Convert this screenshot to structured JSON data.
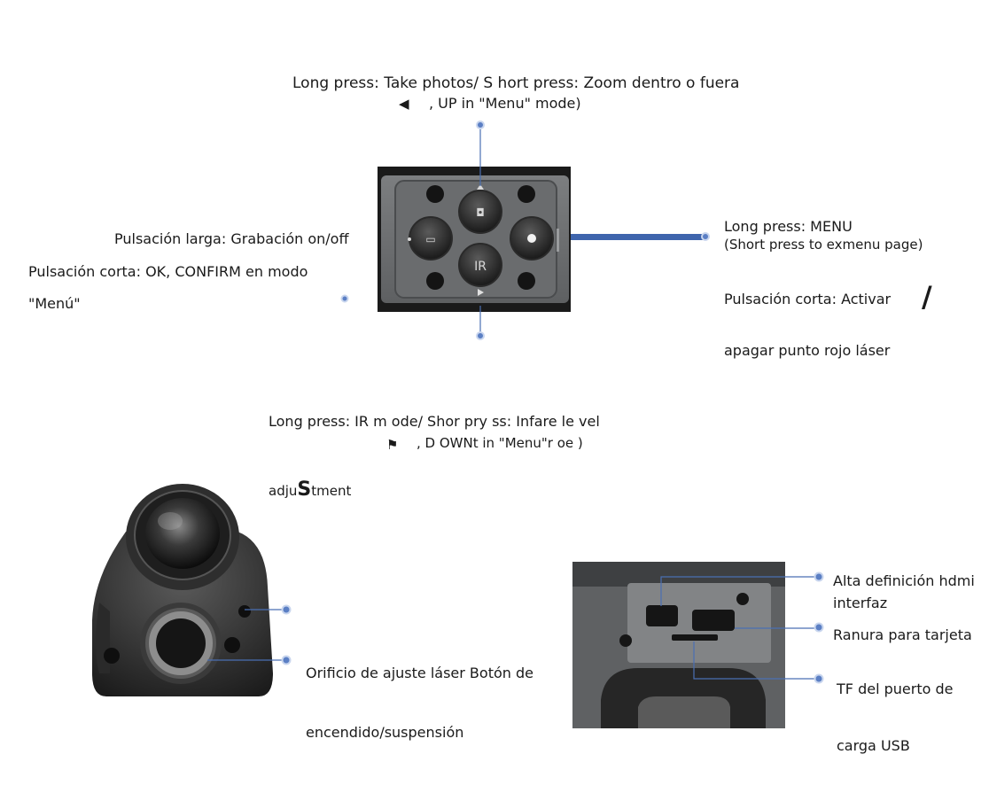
{
  "top_label": {
    "line1": "Long   press:  Take  photos/ S hort press: Zoom    dentro    o    fuera",
    "line2": ", UP in \"Menu\" mode)"
  },
  "left_label": {
    "line1": "Pulsación larga:   Grabación   on/off",
    "line2": "Pulsación corta:      OK,   CONFIRM   en   modo",
    "line3": "\"Menú\""
  },
  "right_label": {
    "line1": "Long press: MENU",
    "line2": "(Short press to exmenu       page)",
    "line3": "Pulsación corta:       Activar",
    "slash": "/",
    "line4": "apagar   punto   rojo   láser"
  },
  "bottom_label": {
    "line1": "Long  press:  IR  m ode/   Shor    pry ss: Infare   le vel",
    "line2": ", D  OWNt  in \"Menu\"r  oe  )",
    "line3_a": "adju",
    "line3_b": "S",
    "line3_c": "tment"
  },
  "rear_labels": {
    "line1": "Orificio de ajuste láser Botón de",
    "line2": "encendido/suspensión"
  },
  "port_labels": {
    "hdmi_1": "Alta definición hdmi",
    "hdmi_2": "interfaz",
    "card": "Ranura para tarjeta",
    "usb_1": "TF del puerto de",
    "usb_2": "carga USB"
  },
  "keypad": {
    "camera_key": "◘",
    "ir_key": "IR",
    "record_key": "▭"
  },
  "colors": {
    "accent": "#4a6fb3",
    "dot": "#5b7fc4"
  }
}
